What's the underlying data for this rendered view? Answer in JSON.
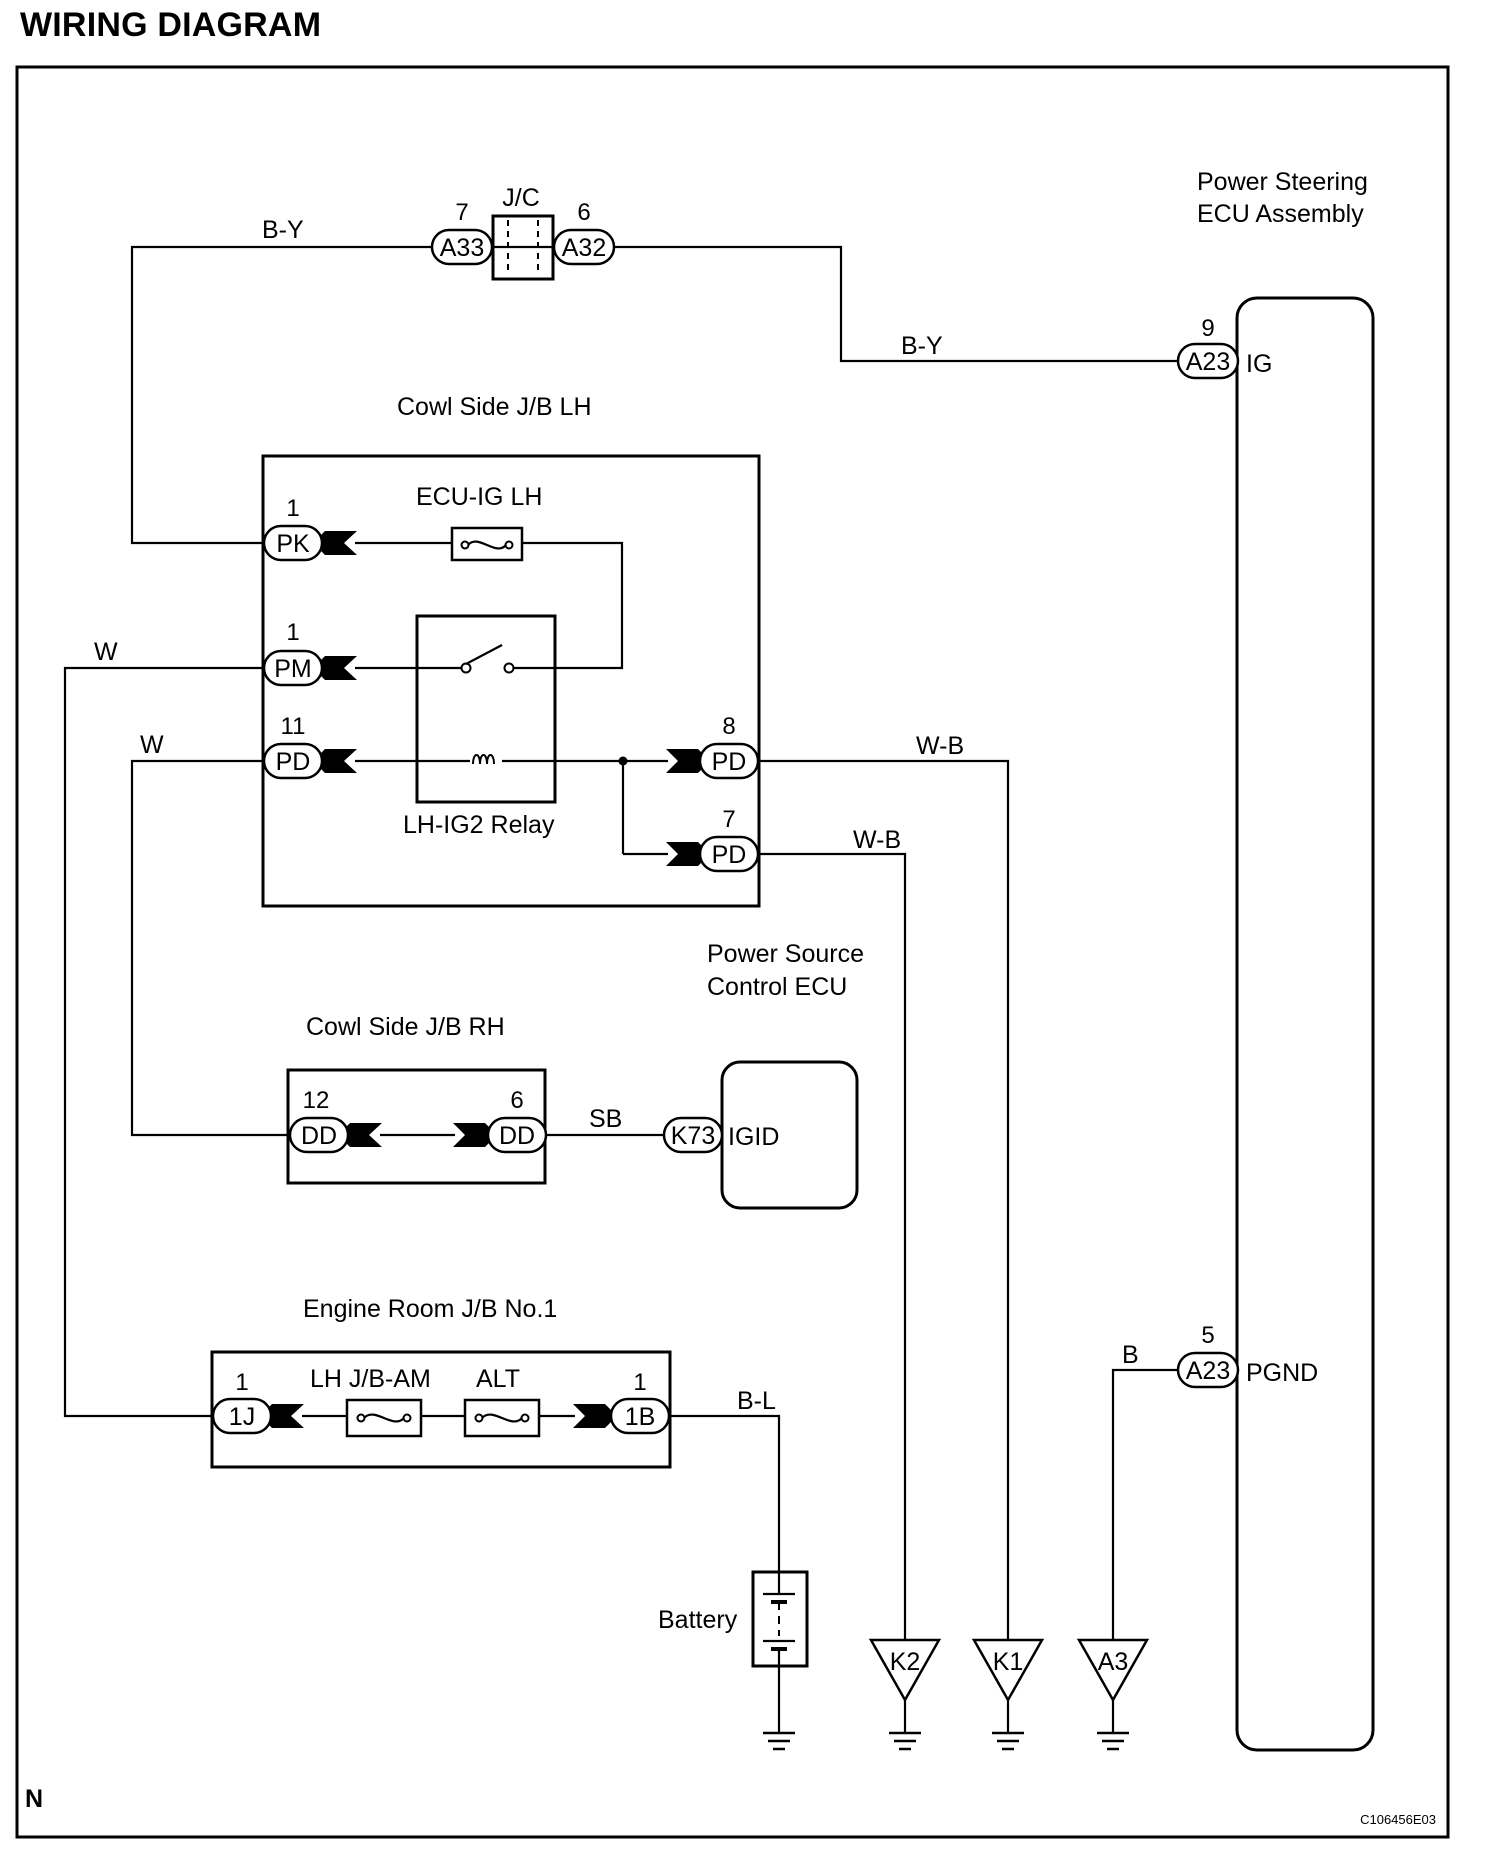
{
  "title": "WIRING DIAGRAM",
  "footer": {
    "corner_letter": "N",
    "figure_code": "C106456E03"
  },
  "components": {
    "power_steering_ecu": {
      "line1": "Power Steering",
      "line2": "ECU Assembly"
    },
    "cowl_lh": "Cowl Side J/B LH",
    "cowl_rh": "Cowl Side J/B RH",
    "engine_room": "Engine Room J/B No.1",
    "power_source_ecu": {
      "line1": "Power Source",
      "line2": "Control ECU"
    },
    "jc": "J/C",
    "fuse_ecu_ig": "ECU-IG LH",
    "relay": "LH-IG2 Relay",
    "fuse_lhjb": "LH J/B-AM",
    "fuse_alt": "ALT",
    "battery": "Battery"
  },
  "pins": {
    "IG": "IG",
    "PGND": "PGND",
    "IGID": "IGID"
  },
  "connectors": {
    "a33": {
      "code": "A33",
      "pin": "7"
    },
    "a32": {
      "code": "A32",
      "pin": "6"
    },
    "a23_ig": {
      "code": "A23",
      "pin": "9"
    },
    "a23_pgnd": {
      "code": "A23",
      "pin": "5"
    },
    "pk": {
      "code": "PK",
      "pin": "1"
    },
    "pm": {
      "code": "PM",
      "pin": "1"
    },
    "pd11": {
      "code": "PD",
      "pin": "11"
    },
    "pd8": {
      "code": "PD",
      "pin": "8"
    },
    "pd7": {
      "code": "PD",
      "pin": "7"
    },
    "dd12": {
      "code": "DD",
      "pin": "12"
    },
    "dd6": {
      "code": "DD",
      "pin": "6"
    },
    "k73": {
      "code": "K73"
    },
    "j1": {
      "code": "1J",
      "pin": "1"
    },
    "b1": {
      "code": "1B",
      "pin": "1"
    }
  },
  "wires": {
    "by_left": "B-Y",
    "by_right": "B-Y",
    "w_pm": "W",
    "w_pd": "W",
    "wb_8": "W-B",
    "wb_7": "W-B",
    "sb": "SB",
    "bl": "B-L",
    "b": "B"
  },
  "grounds": {
    "k2": "K2",
    "k1": "K1",
    "a3": "A3"
  }
}
